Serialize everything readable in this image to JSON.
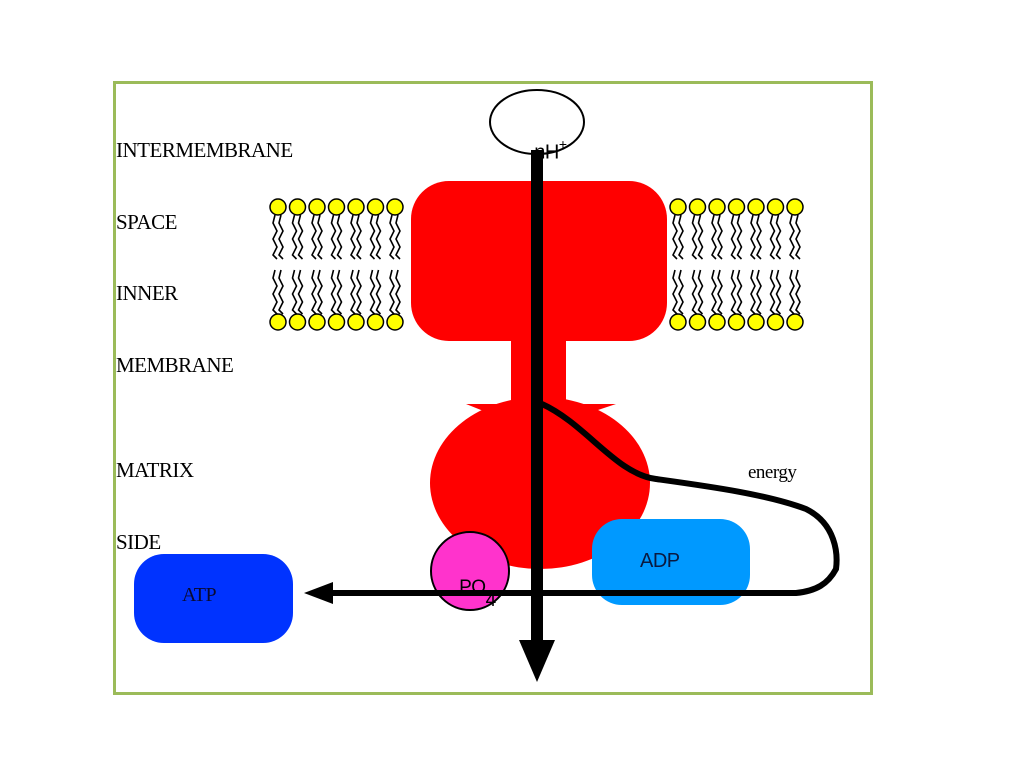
{
  "diagram": {
    "title": "ATP synthase proton flow",
    "region_labels": {
      "intermembrane": [
        "INTERMEMBRANE",
        "SPACE"
      ],
      "inner_membrane": [
        "INNER",
        "MEMBRANE"
      ],
      "matrix": [
        "MATRIX",
        "SIDE"
      ]
    },
    "proton": {
      "base": "nH",
      "superscript": "+"
    },
    "energy_label": "energy",
    "molecules": {
      "atp": "ATP",
      "adp": "ADP",
      "phosphate": {
        "base": "PO",
        "subscript": "4"
      }
    },
    "colors": {
      "frame_border": "#9bbb59",
      "atp_synthase": "#ff0000",
      "lipid_head": "#ffff00",
      "atp": "#0033ff",
      "adp": "#0099ff",
      "phosphate": "#ff33cc",
      "arrows": "#000000"
    },
    "lipid_heads_per_row": 7
  }
}
